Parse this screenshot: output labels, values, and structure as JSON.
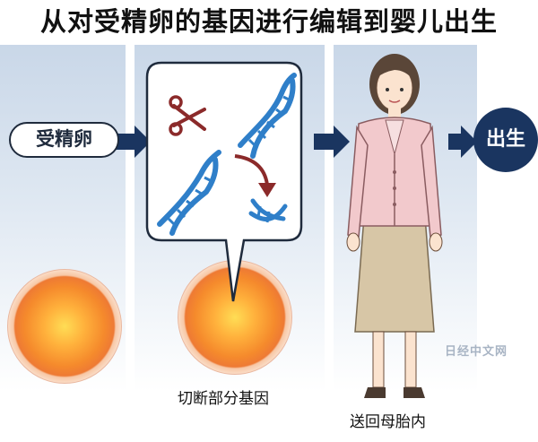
{
  "title": "从对受精卵的基因进行编辑到婴儿出生",
  "steps": {
    "egg_label": "受精卵",
    "birth_label": "出生"
  },
  "captions": {
    "edit": "切断部分基因",
    "transfer": "送回母胎内"
  },
  "watermark": "日经中文网",
  "colors": {
    "arrow": "#1a3560",
    "dna_blue": "#2f7fc9",
    "scissors": "#8b2a2a",
    "jacket": "#f2c9cc",
    "skirt": "#d7c6a6"
  }
}
